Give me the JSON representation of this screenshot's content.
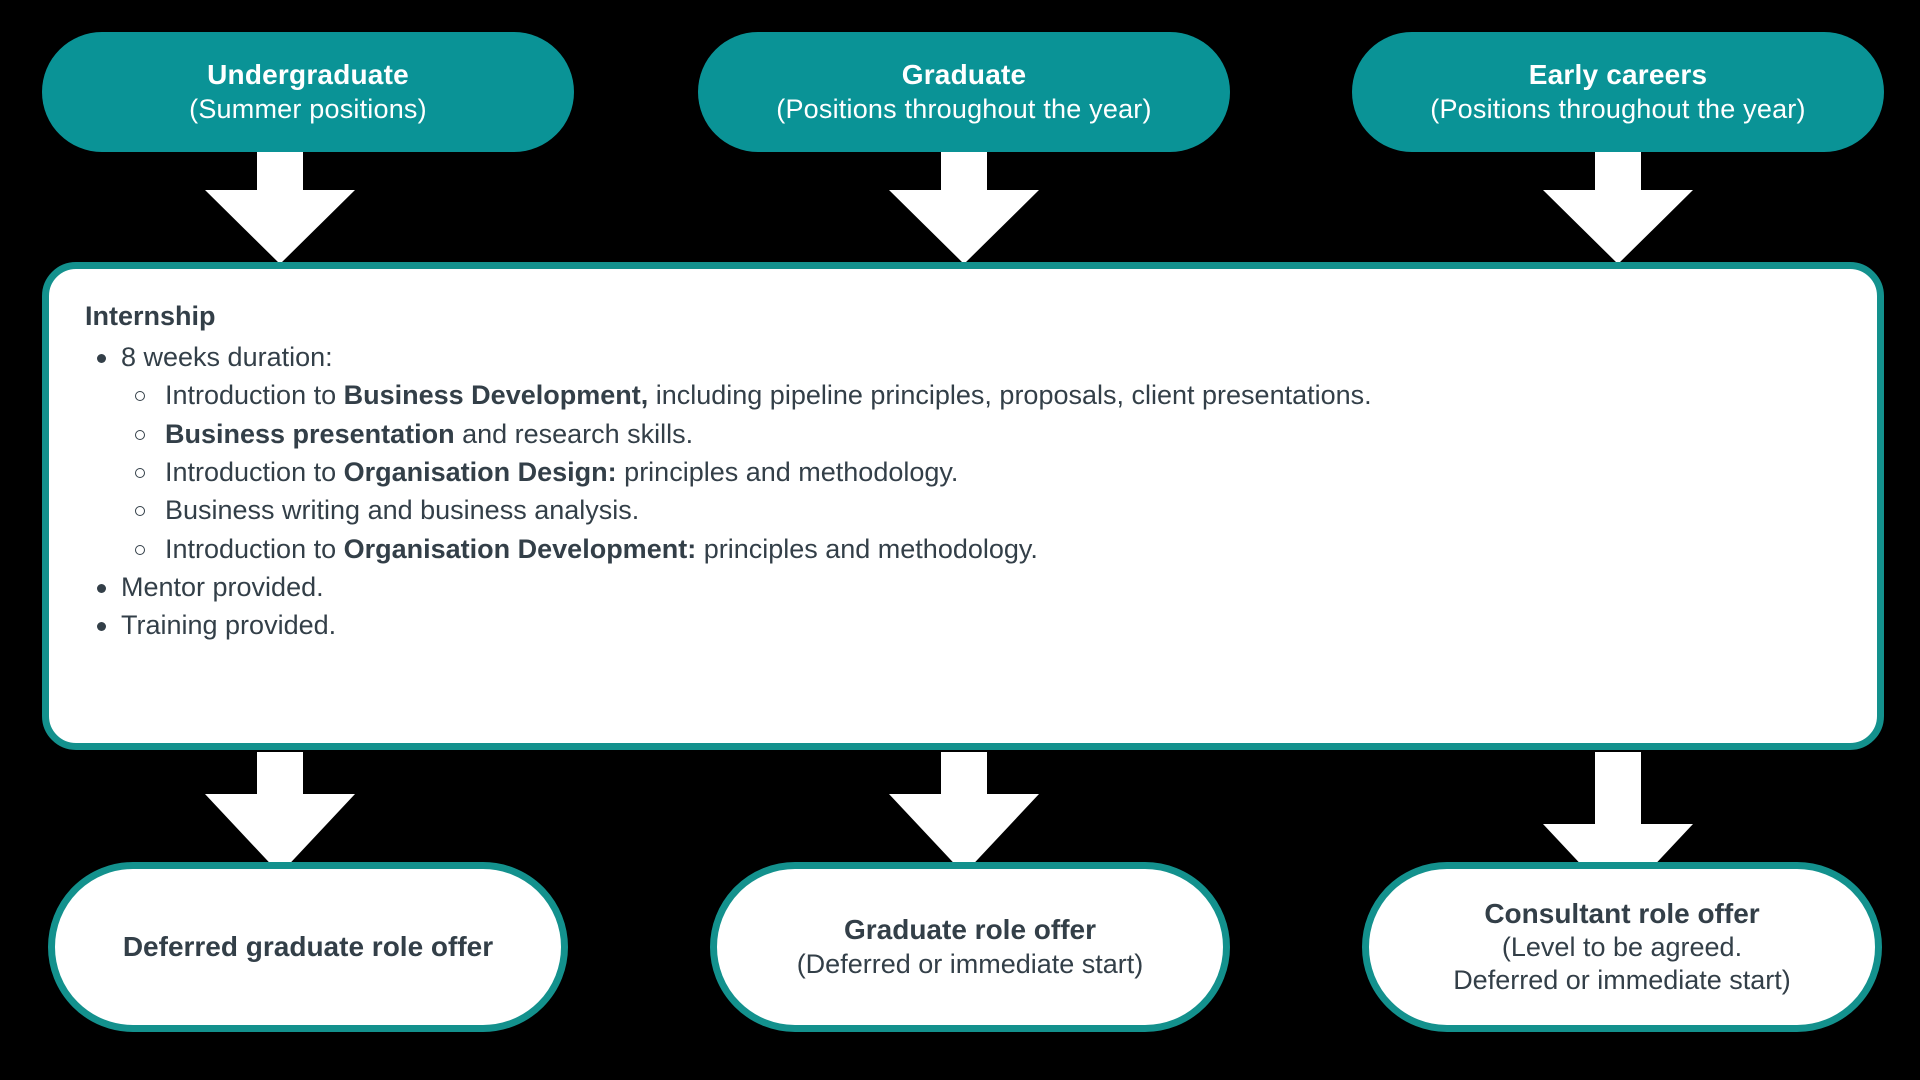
{
  "colors": {
    "teal_fill": "#0a9396",
    "teal_border": "#13918d",
    "text_dark": "#333f48",
    "background": "#000000",
    "card_fill": "#ffffff",
    "arrow_fill": "#ffffff"
  },
  "top_row": [
    {
      "name": "undergraduate",
      "title": "Undergraduate",
      "subtitle": "(Summer positions)"
    },
    {
      "name": "graduate",
      "title": "Graduate",
      "subtitle": "(Positions throughout the year)"
    },
    {
      "name": "early-careers",
      "title": "Early careers",
      "subtitle": "(Positions throughout the year)"
    }
  ],
  "internship": {
    "title": "Internship",
    "bullets": [
      {
        "text": "8 weeks duration:",
        "sub_bullets": [
          {
            "segments": [
              {
                "text": "Introduction to ",
                "bold": false
              },
              {
                "text": "Business Development,",
                "bold": true
              },
              {
                "text": " including pipeline principles, proposals, client presentations.",
                "bold": false
              }
            ]
          },
          {
            "segments": [
              {
                "text": "Business presentation",
                "bold": true
              },
              {
                "text": " and research skills.",
                "bold": false
              }
            ]
          },
          {
            "segments": [
              {
                "text": "Introduction to ",
                "bold": false
              },
              {
                "text": "Organisation Design:",
                "bold": true
              },
              {
                "text": " principles and methodology.",
                "bold": false
              }
            ]
          },
          {
            "segments": [
              {
                "text": "Business writing and business analysis.",
                "bold": false
              }
            ]
          },
          {
            "segments": [
              {
                "text": "Introduction to ",
                "bold": false
              },
              {
                "text": "Organisation Development:",
                "bold": true
              },
              {
                "text": " principles and methodology.",
                "bold": false
              }
            ]
          }
        ]
      },
      {
        "text": "Mentor provided.",
        "sub_bullets": []
      },
      {
        "text": "Training provided.",
        "sub_bullets": []
      }
    ]
  },
  "bottom_row": [
    {
      "name": "deferred-graduate-role-offer",
      "title": "Deferred graduate role offer",
      "subtitle_lines": []
    },
    {
      "name": "graduate-role-offer",
      "title": "Graduate role offer",
      "subtitle_lines": [
        "(Deferred or immediate start)"
      ]
    },
    {
      "name": "consultant-role-offer",
      "title": "Consultant role offer",
      "subtitle_lines": [
        "(Level to be agreed.",
        "Deferred or immediate start)"
      ]
    }
  ],
  "arrows": [
    {
      "name": "arrow-undergraduate-to-internship",
      "direction": "down"
    },
    {
      "name": "arrow-graduate-to-internship",
      "direction": "down"
    },
    {
      "name": "arrow-early-careers-to-internship",
      "direction": "down"
    },
    {
      "name": "arrow-internship-to-deferred-graduate",
      "direction": "down"
    },
    {
      "name": "arrow-internship-to-graduate-role",
      "direction": "down"
    },
    {
      "name": "arrow-internship-to-consultant-role",
      "direction": "down"
    }
  ]
}
